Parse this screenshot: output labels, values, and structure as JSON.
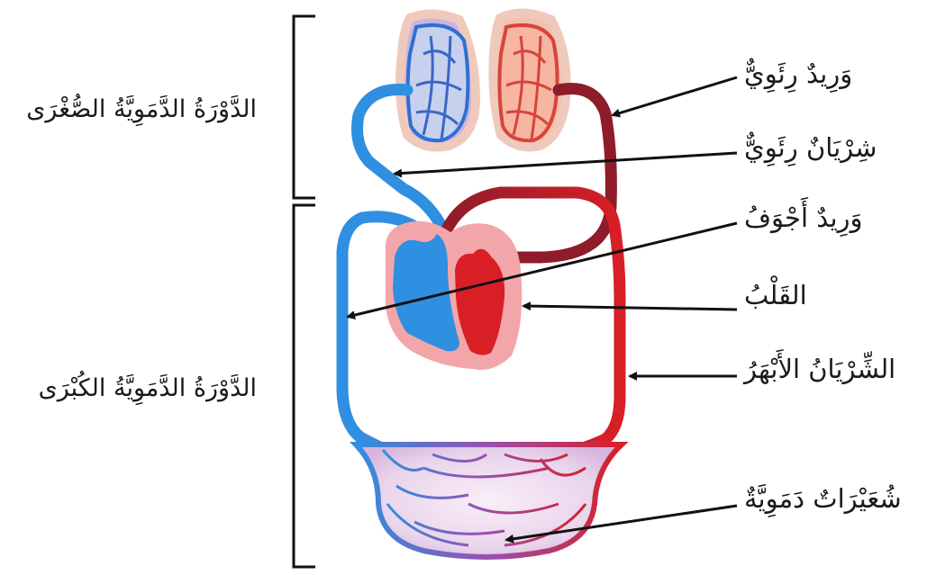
{
  "circulations": {
    "pulmonary": "الدَّوْرَةُ الدَّمَوِيَّةُ الصُّغْرَى",
    "systemic": "الدَّوْرَةُ الدَّمَوِيَّةُ الكُبْرَى"
  },
  "labels": {
    "pulmonary_vein": "وَرِيدٌ رِئَوِيٌّ",
    "pulmonary_artery": "شِرْيَانٌ رِئَوِيٌّ",
    "vena_cava": "وَرِيدٌ أَجْوَفُ",
    "heart": "القَلْبُ",
    "aorta": "الشِّرْيَانُ الأَبْهَرُ",
    "capillaries": "شُعَيْرَاتٌ دَمَوِيَّةٌ"
  },
  "colors": {
    "oxygenated": "#d81f26",
    "oxygenated_dark": "#8e1c2a",
    "deoxygenated": "#2f8fe0",
    "deoxygenated_dark": "#1f5fbf",
    "heart_bg": "#f3a6aa",
    "lung_bg": "#f2d6c9",
    "arrow": "#111111"
  }
}
